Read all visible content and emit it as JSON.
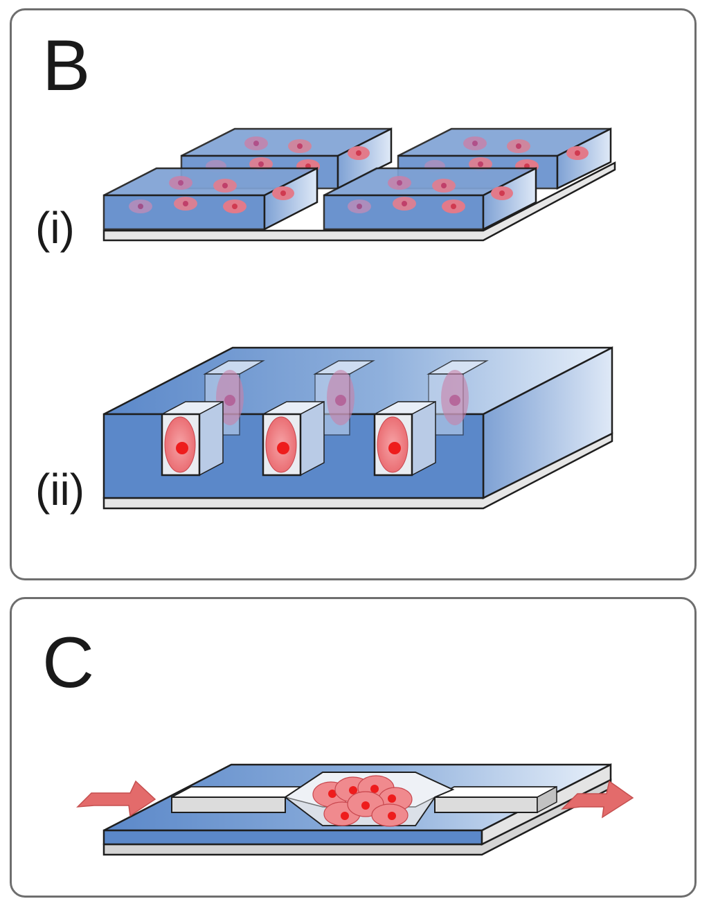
{
  "panels": {
    "b": {
      "letter": "B",
      "sub_i": "(i)",
      "sub_ii": "(ii)"
    },
    "c": {
      "letter": "C"
    }
  },
  "colors": {
    "channel_blue": "#5b88c9",
    "cell_red": "#ee3a35",
    "cell_fill": "#f2949a",
    "substrate_grey": "#e6e6e6",
    "arrow_red": "#e36b6b",
    "outline": "#1e1e1e"
  }
}
